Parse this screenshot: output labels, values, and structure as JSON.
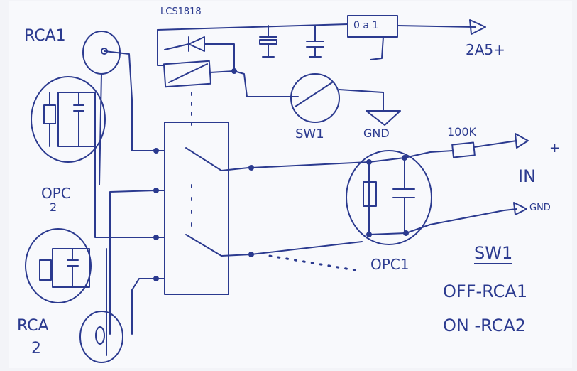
{
  "labels": {
    "rca1": "RCA1",
    "rca2_line1": "RCA",
    "rca2_line2": "2",
    "opc2_line1": "OPC",
    "opc2_line2": "2",
    "opc1": "OPC1",
    "regulator": "LCS1818",
    "regulator_box": "0 a 1",
    "supply": "2A5+",
    "sw1": "SW1",
    "gnd_ground": "GND",
    "resistor": "100K",
    "in": "IN",
    "plus": "+",
    "gnd_out": "GND"
  },
  "legend": {
    "title": "SW1",
    "line1": "OFF-RCA1",
    "line2": "ON -RCA2"
  },
  "colors": {
    "ink": "#2b3a8f",
    "paper": "#f7f8fb"
  }
}
